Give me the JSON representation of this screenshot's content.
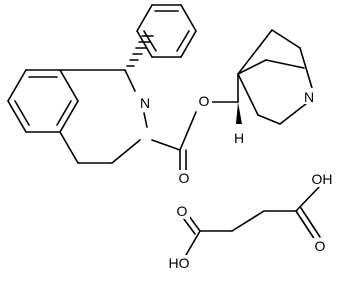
{
  "molecule": {
    "labels": {
      "ester_oxygen": "O",
      "carbonyl_oxygen": "O",
      "ring_nitrogen": "N",
      "bridgehead_nitrogen": "N",
      "stereo_hydrogen": "H"
    }
  },
  "counterion": {
    "labels": {
      "hydroxyl_top": "OH",
      "carbonyl_oxygen_top": "O",
      "carbonyl_oxygen_bottom": "O",
      "hydroxyl_bottom": "HO"
    }
  }
}
